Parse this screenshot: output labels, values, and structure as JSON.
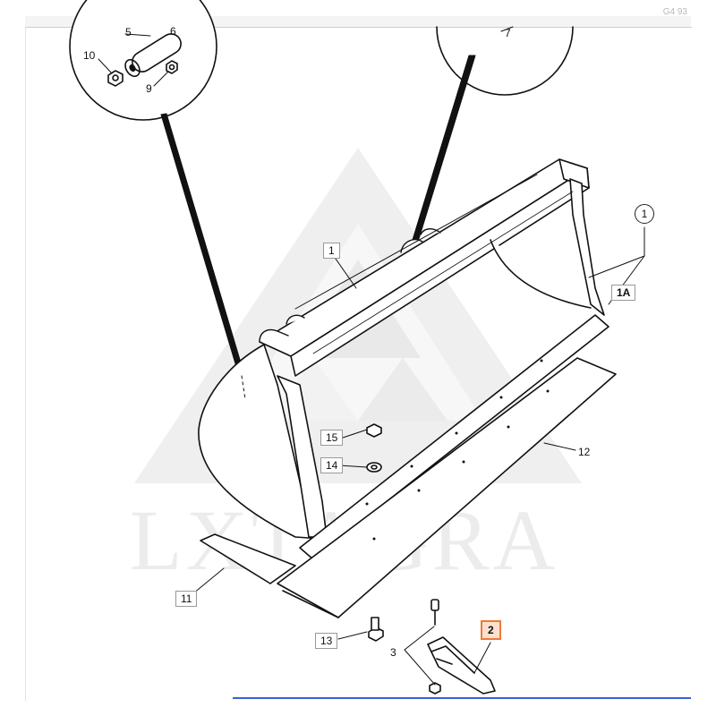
{
  "header": {
    "corner_text": "G4 93"
  },
  "watermark": {
    "text": "LXTAGRA",
    "color": "#e6e6e6"
  },
  "highlight": {
    "part": "2",
    "border_color": "#f07a3a",
    "fill_color": "#fce0cd"
  },
  "callouts": {
    "c1": "1",
    "c1a": "1A",
    "c1_circled": "1",
    "c2": "2",
    "c3": "3",
    "c5": "5",
    "c6": "6",
    "c7": "7",
    "c9": "9",
    "c10": "10",
    "c11": "11",
    "c12": "12",
    "c13": "13",
    "c14": "14",
    "c15": "15"
  }
}
